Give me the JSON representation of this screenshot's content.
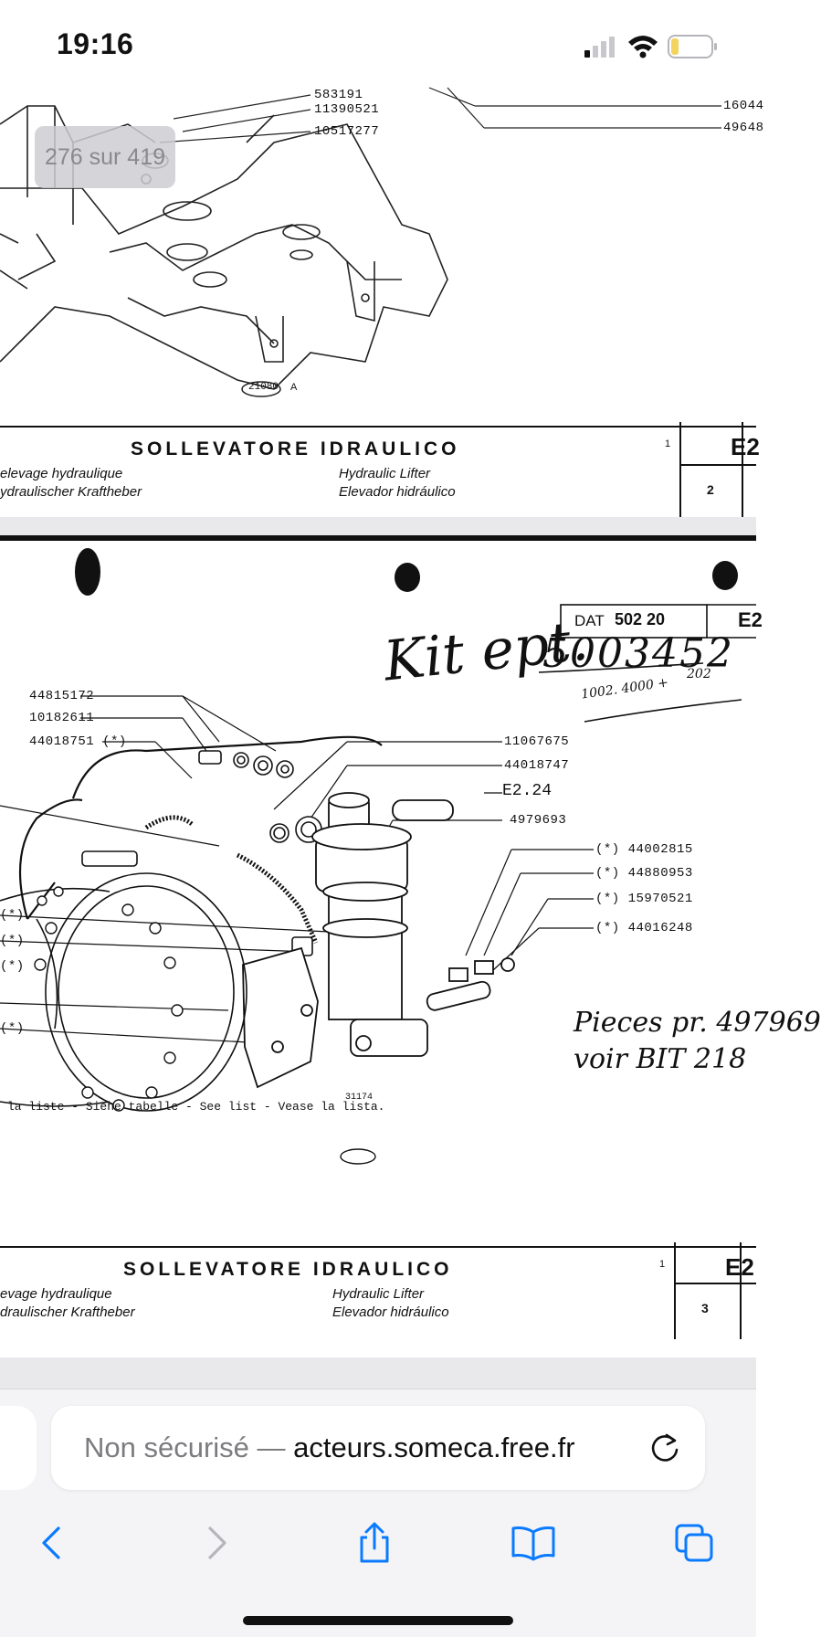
{
  "status_bar": {
    "time": "19:16",
    "icons": [
      "signal-icon",
      "wifi-icon",
      "battery-icon"
    ]
  },
  "viewer": {
    "page_counter": "276 sur 419",
    "page_a": {
      "part_numbers": [
        "583191",
        "11390521",
        "10517277",
        "16044",
        "49648"
      ],
      "figure_ref": "21080",
      "figure_ref_suffix": "A",
      "title": "SOLLEVATORE IDRAULICO",
      "sub_fr": "elevage hydraulique",
      "sub_de": "ydraulischer Kraftheber",
      "sub_en": "Hydraulic Lifter",
      "sub_es": "Elevador hidráulico",
      "col_num": "1",
      "code": "E2",
      "page_num": "2"
    },
    "page_b": {
      "dat_label": "DAT",
      "dat_value": "502 20",
      "code_right": "E2",
      "left_part_numbers": [
        "44815172",
        "10182611",
        "44018751 (*)"
      ],
      "left_star_labels": [
        "(*)",
        "(*)",
        "(*)",
        "(*)"
      ],
      "right_part_numbers": [
        "11067675",
        "44018747",
        "E2.24",
        "4979693"
      ],
      "star_part_numbers": [
        "(*) 44002815",
        "(*) 44880953",
        "(*) 15970521",
        "(*) 44016248"
      ],
      "list_note": "la liste - Siehe tabelle - See list - Vease la lista.",
      "figure_ref": "31174",
      "handwritten_kit": "Kit ept.",
      "handwritten_number": "5003452",
      "handwritten_small": "1002. 4000 +",
      "handwritten_small2": "202",
      "handwritten_note_line1": "Pieces pr. 497969",
      "handwritten_note_line2": "voir   BIT 218",
      "title": "SOLLEVATORE IDRAULICO",
      "sub_fr": "evage hydraulique",
      "sub_de": "draulischer Kraftheber",
      "sub_en": "Hydraulic Lifter",
      "sub_es": "Elevador hidráulico",
      "col_num": "1",
      "code": "E2",
      "page_num": "3"
    }
  },
  "browser": {
    "url_prefix": "Non sécurisé — ",
    "url_host": "acteurs.someca.free.fr",
    "toolbar": [
      "back-button",
      "forward-button",
      "share-button",
      "bookmarks-button",
      "tabs-button"
    ]
  },
  "colors": {
    "accent": "#0a7aff",
    "disabled": "#b6b6ba",
    "ink": "#111111"
  }
}
